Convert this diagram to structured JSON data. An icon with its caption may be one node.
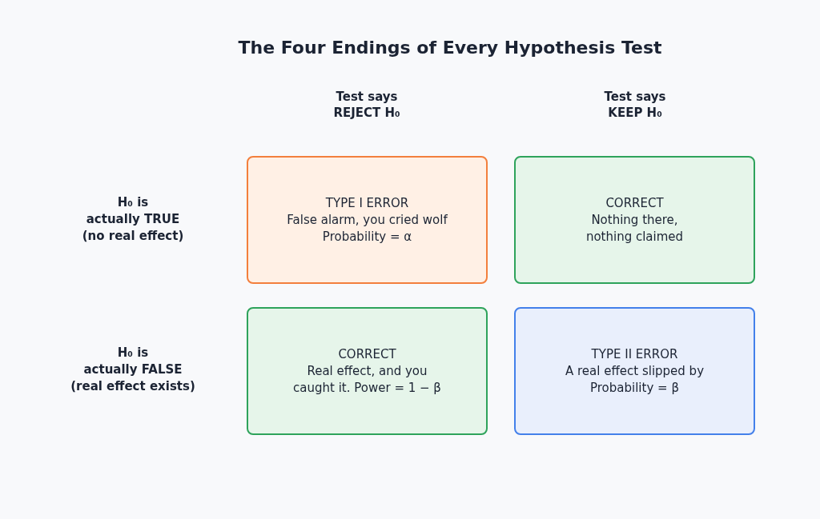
{
  "diagram": {
    "title": "The Four Endings of Every Hypothesis Test",
    "nodes": [
      {
        "text": [
          "TYPE I ERROR",
          "False alarm, you cried wolf",
          "Probability = α"
        ]
      },
      {
        "text": [
          "CORRECT",
          "Nothing there, nothing claimed"
        ]
      },
      {
        "text": [
          "CORRECT",
          "Real effect, and you caught it. Power = 1 − β"
        ]
      },
      {
        "text": [
          "TYPE II ERROR",
          "A real effect slipped by",
          "Probability = β"
        ]
      }
    ],
    "labels": [
      "Test says REJECT H₀",
      "Test says KEEP H₀",
      "H₀ is actually TRUE (no real effect)",
      "H₀ is actually FALSE (real effect exists)"
    ]
  }
}
